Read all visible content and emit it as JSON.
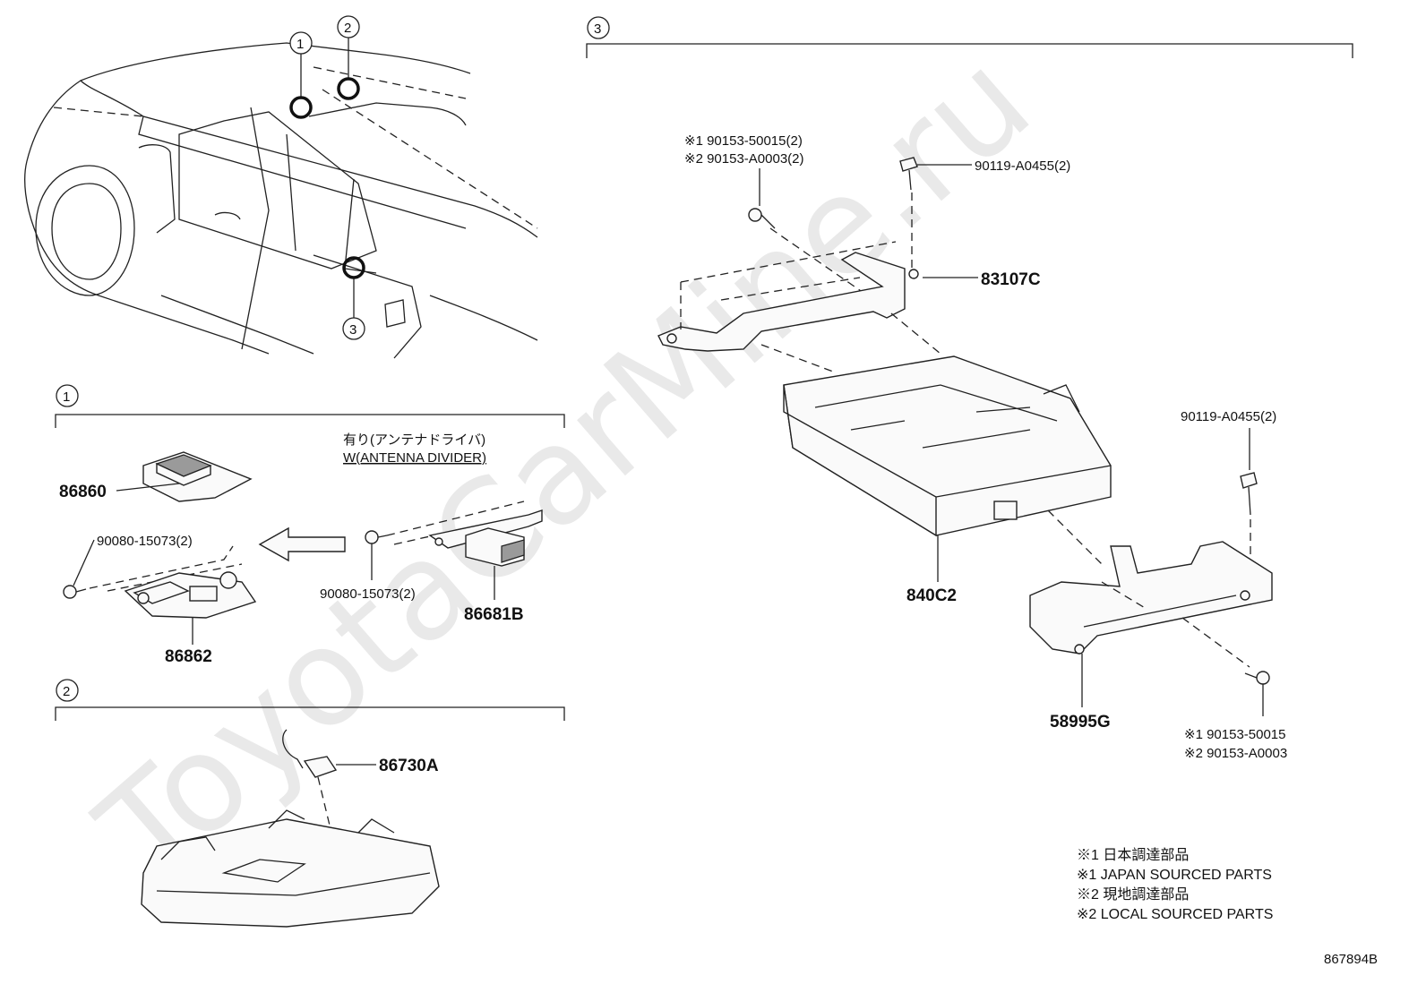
{
  "watermark": "ToyotaCarMine.ru",
  "figure_id": "867894B",
  "callouts": [
    "1",
    "2",
    "3"
  ],
  "section1": {
    "variant_jp": "有り(アンテナドライバ)",
    "variant_en": "W(ANTENNA DIVIDER)",
    "parts": {
      "p86860": "86860",
      "p86862": "86862",
      "p86681b": "86681B",
      "screw_left": "90080-15073(2)",
      "screw_right": "90080-15073(2)"
    }
  },
  "section2": {
    "parts": {
      "p86730a": "86730A"
    }
  },
  "section3": {
    "parts": {
      "screw_top_1": "※1 90153-50015(2)",
      "screw_top_2": "※2 90153-A0003(2)",
      "bolt_top": "90119-A0455(2)",
      "p83107c": "83107C",
      "p840c2": "840C2",
      "bolt_right": "90119-A0455(2)",
      "p58995g": "58995G",
      "screw_bottom_1": "※1 90153-50015",
      "screw_bottom_2": "※2 90153-A0003"
    }
  },
  "legend": [
    "※1 日本調達部品",
    "※1 JAPAN SOURCED PARTS",
    "※2 現地調達部品",
    "※2 LOCAL SOURCED PARTS"
  ]
}
